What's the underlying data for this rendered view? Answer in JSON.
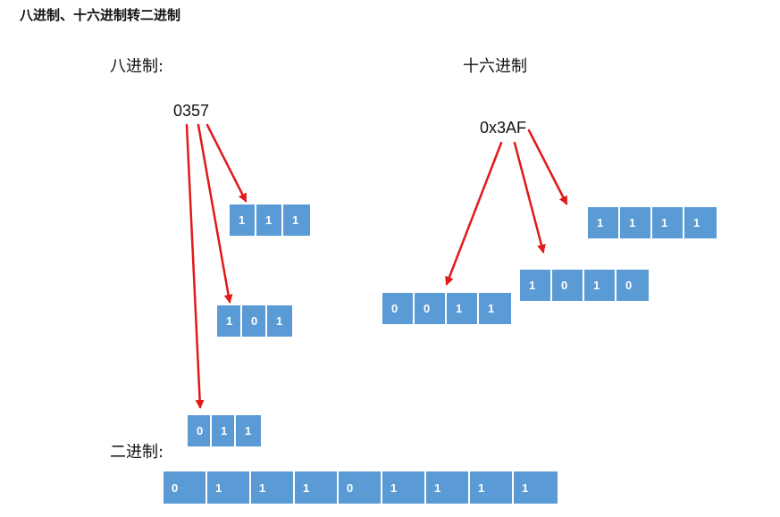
{
  "title": "八进制、十六进制转二进制",
  "octal": {
    "label": "八进制:",
    "number": "0357",
    "groups": [
      {
        "digit": "7",
        "bits": [
          "1",
          "1",
          "1"
        ]
      },
      {
        "digit": "5",
        "bits": [
          "1",
          "0",
          "1"
        ]
      },
      {
        "digit": "3",
        "bits": [
          "0",
          "1",
          "1"
        ]
      }
    ]
  },
  "hex": {
    "label": "十六进制",
    "number": "0x3AF",
    "groups": [
      {
        "digit": "F",
        "bits": [
          "1",
          "1",
          "1",
          "1"
        ]
      },
      {
        "digit": "A",
        "bits": [
          "1",
          "0",
          "1",
          "0"
        ]
      },
      {
        "digit": "3",
        "bits": [
          "0",
          "0",
          "1",
          "1"
        ]
      }
    ]
  },
  "binary": {
    "label": "二进制:",
    "bits": [
      "0",
      "1",
      "1",
      "1",
      "0",
      "1",
      "1",
      "1",
      "1"
    ]
  },
  "colors": {
    "cell": "#5b9bd5",
    "arrow": "#e11919"
  }
}
